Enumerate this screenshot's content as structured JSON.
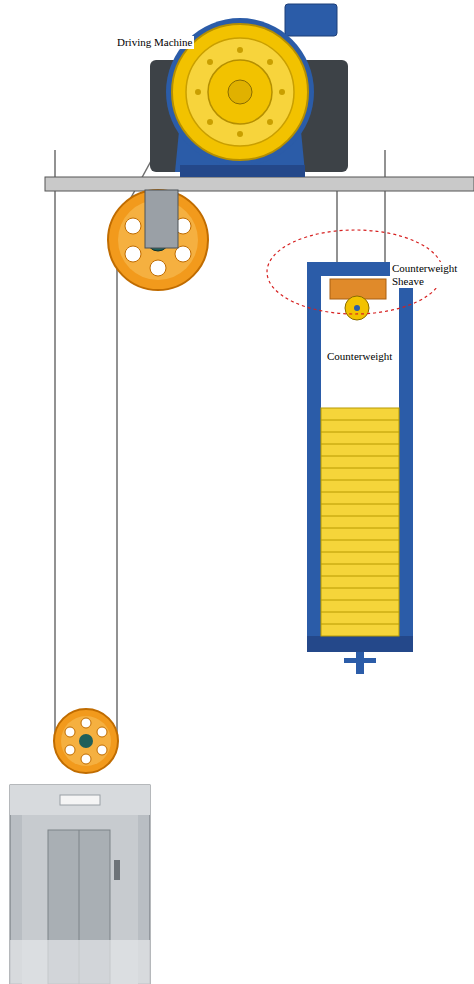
{
  "diagram": {
    "labels": [
      "Driving Machine",
      "Counterweight Sheave",
      "Counterweight"
    ]
  }
}
